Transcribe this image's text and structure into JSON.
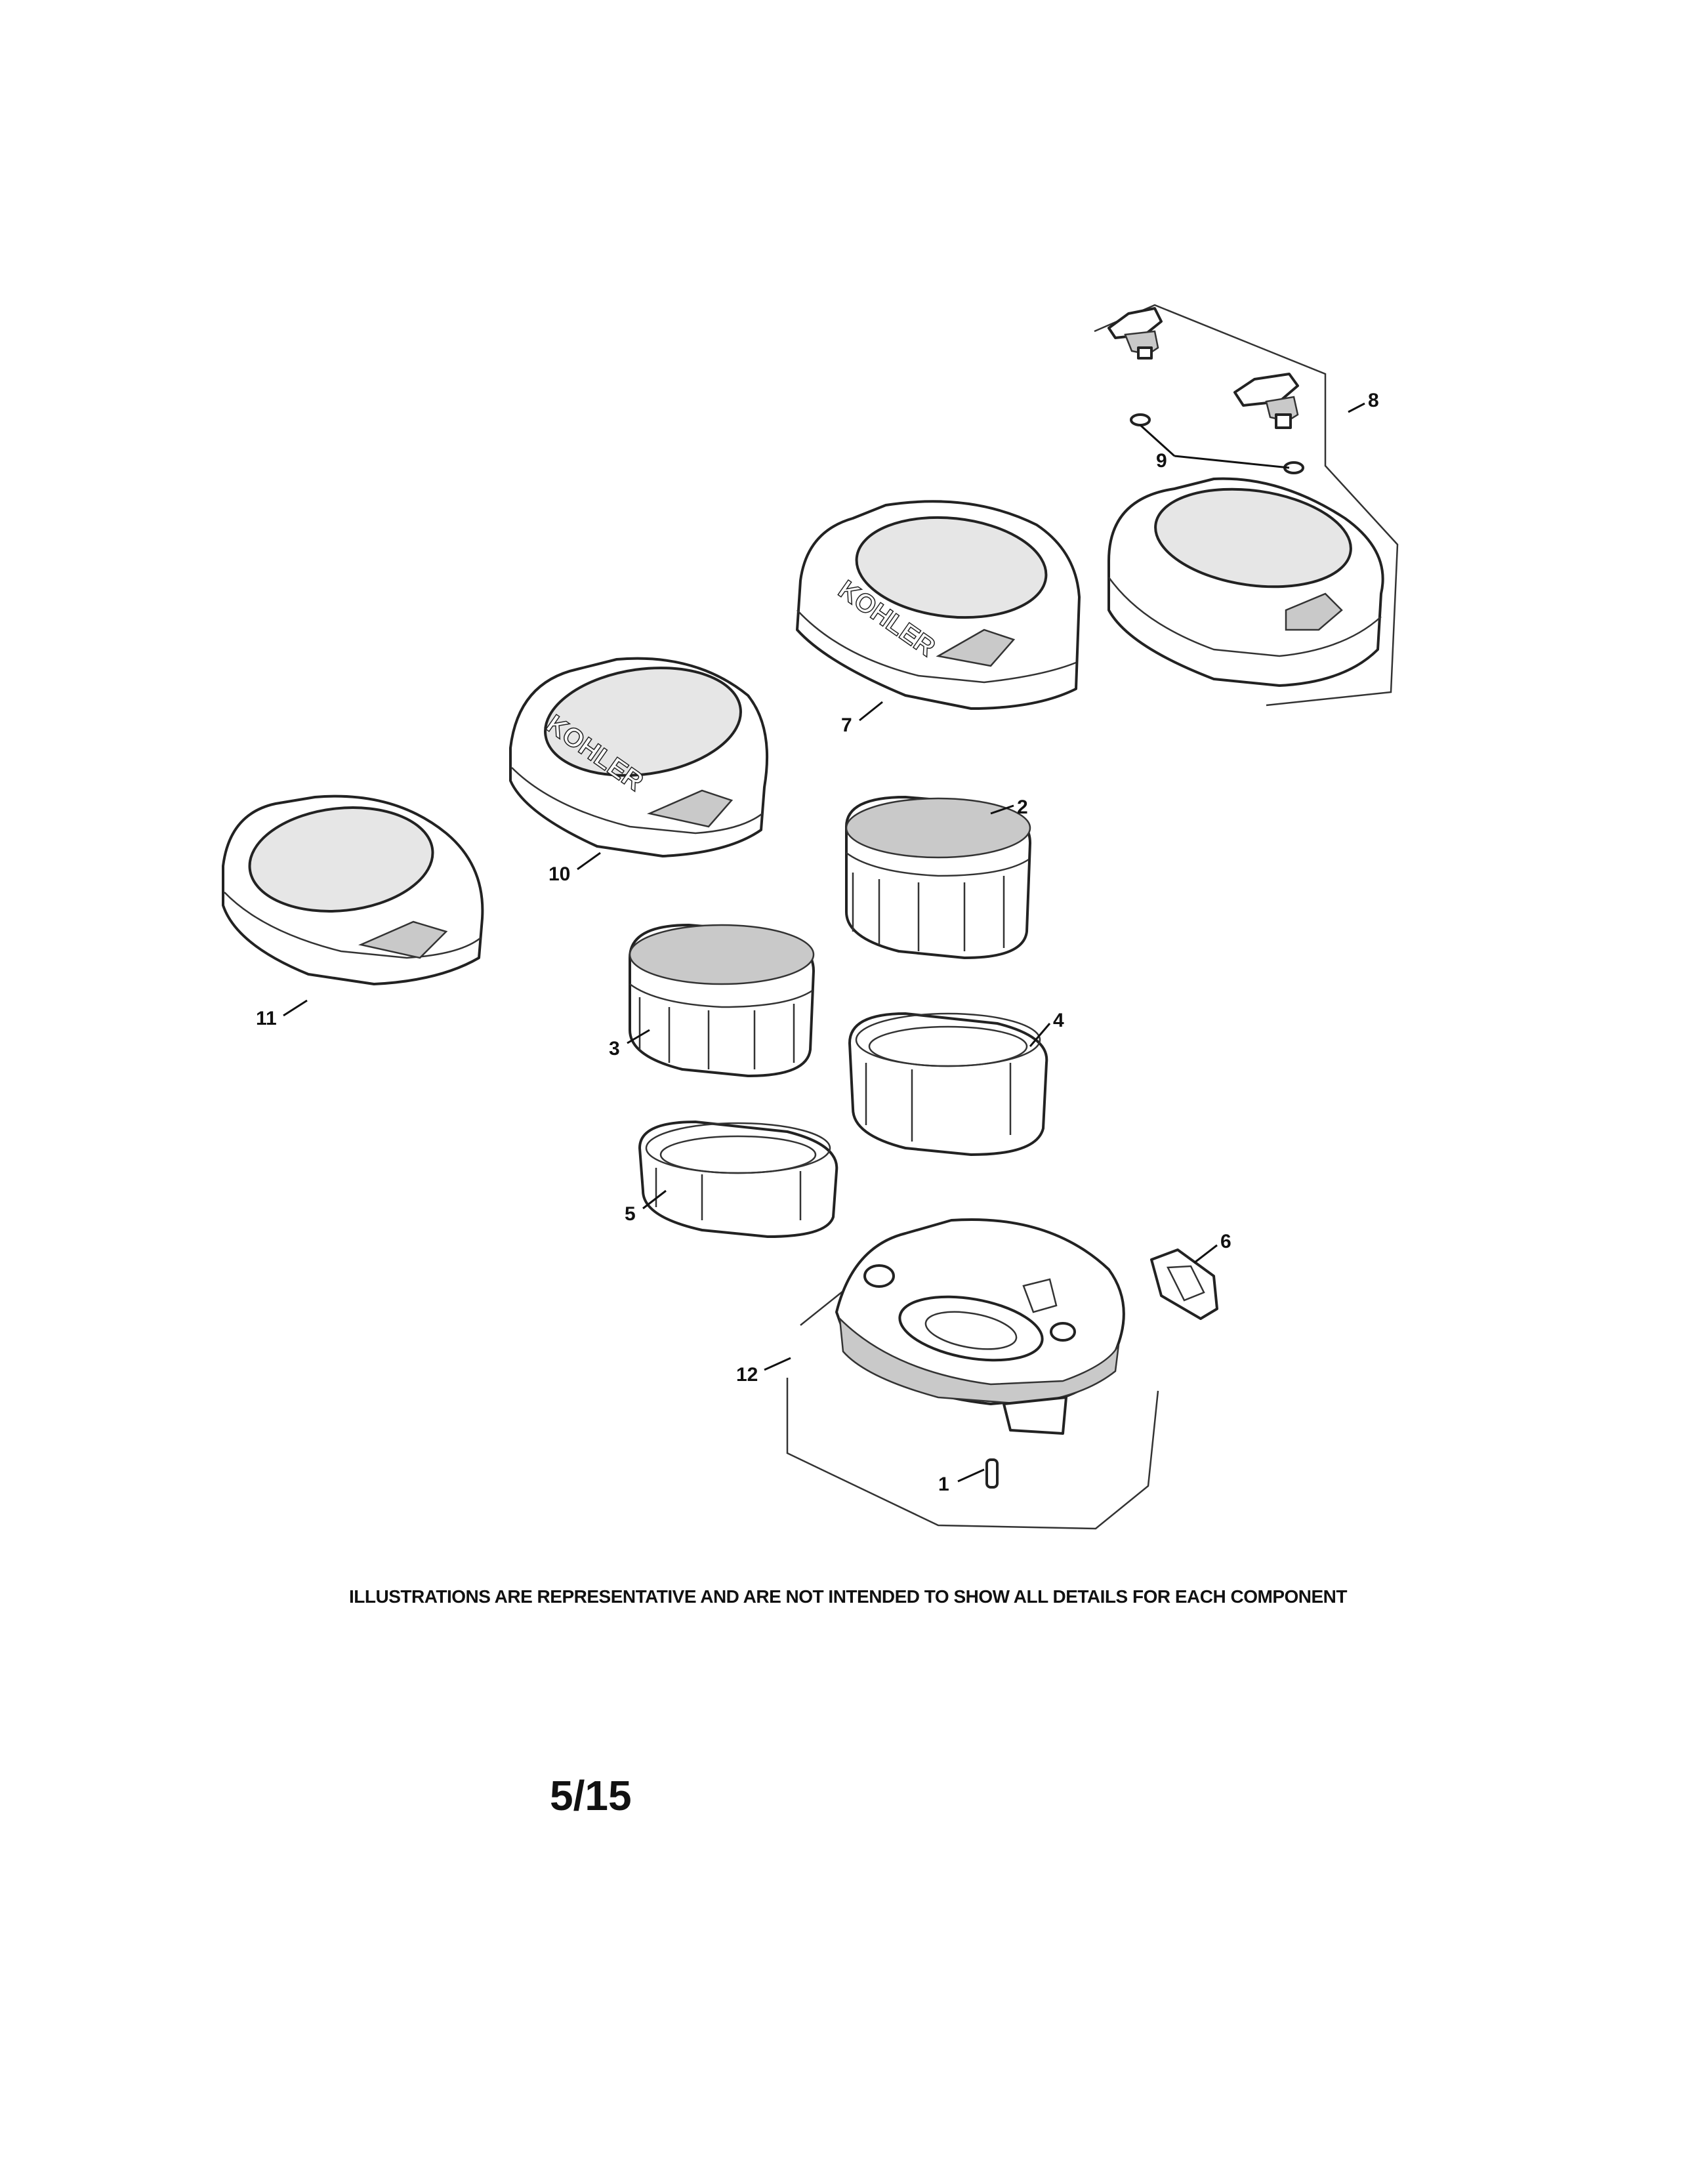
{
  "diagram": {
    "brand_marks": [
      "KOHLER",
      "KOHLER"
    ],
    "callouts": [
      {
        "number": "1",
        "part": "pin"
      },
      {
        "number": "2",
        "part": "air-filter-element"
      },
      {
        "number": "3",
        "part": "air-filter-element"
      },
      {
        "number": "4",
        "part": "precleaner"
      },
      {
        "number": "5",
        "part": "precleaner"
      },
      {
        "number": "6",
        "part": "gasket"
      },
      {
        "number": "7",
        "part": "air-cleaner-cover"
      },
      {
        "number": "8",
        "part": "air-cleaner-cover-kit"
      },
      {
        "number": "9",
        "part": "o-ring"
      },
      {
        "number": "10",
        "part": "air-cleaner-cover"
      },
      {
        "number": "11",
        "part": "air-cleaner-cover"
      },
      {
        "number": "12",
        "part": "air-cleaner-base-kit"
      }
    ]
  },
  "footer": {
    "disclaimer": "ILLUSTRATIONS ARE REPRESENTATIVE AND ARE NOT INTENDED TO SHOW ALL DETAILS FOR EACH COMPONENT",
    "page_number": "5/15"
  }
}
